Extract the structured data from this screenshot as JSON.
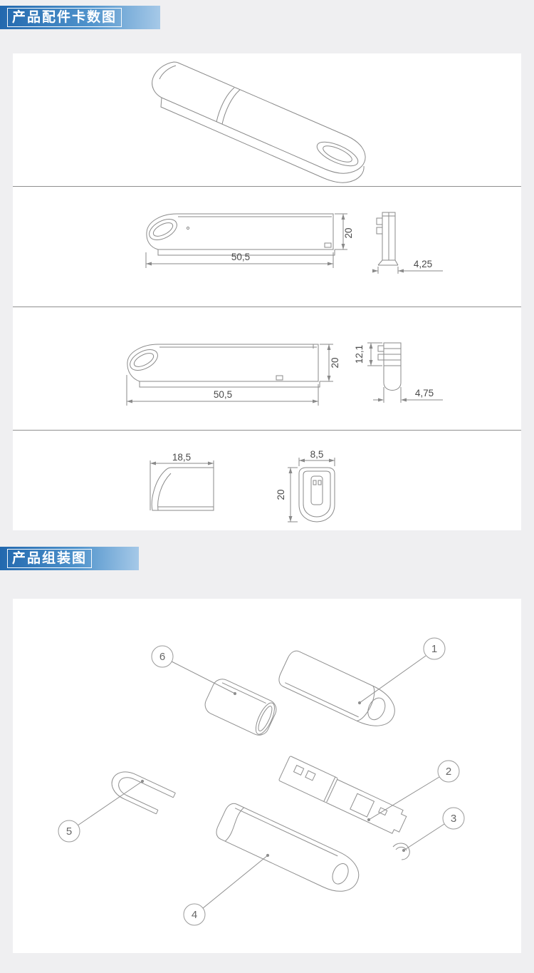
{
  "banners": {
    "parts": {
      "title": "产品配件卡数图"
    },
    "assembly": {
      "title": "产品组装图"
    }
  },
  "drawings": {
    "side1": {
      "length": "50,5",
      "height": "20",
      "thickness": "4,25"
    },
    "side2": {
      "length": "50,5",
      "height": "20",
      "inner": "12,1",
      "thickness": "4,75"
    },
    "cap": {
      "width": "18,5",
      "height": "20",
      "depth": "8,5"
    }
  },
  "assembly": {
    "balloons": [
      {
        "label": "1"
      },
      {
        "label": "2"
      },
      {
        "label": "3"
      },
      {
        "label": "4"
      },
      {
        "label": "5"
      },
      {
        "label": "6"
      }
    ]
  },
  "colors": {
    "banner_gradient_start": "#2268ae",
    "banner_gradient_mid": "#4e92cb",
    "banner_gradient_end": "#a6c9e8",
    "page_background": "#efeff1",
    "panel_background": "#ffffff",
    "drawing_line": "#8a8a8a",
    "dimension_text": "#4a4a4a"
  }
}
